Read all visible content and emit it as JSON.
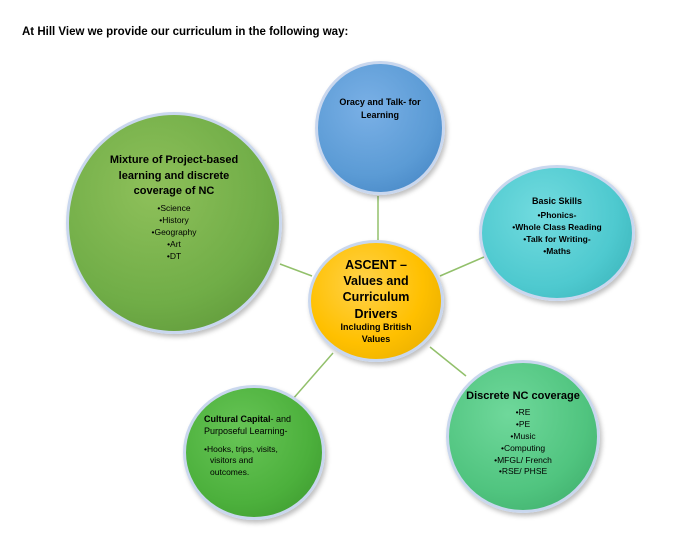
{
  "heading": "At Hill View we provide our curriculum in the following way:",
  "colors": {
    "center": "#ffc000",
    "oracy": "#5b9bd5",
    "project": "#70ad47",
    "basic_skills": "#4ec9cf",
    "discrete_nc": "#50c47f",
    "cultural_capital": "#4cb03c",
    "connector": "#92c06b",
    "bubble_outline": "#c9d7ee"
  },
  "center": {
    "title_lines": [
      "ASCENT –",
      "Values and",
      "Curriculum",
      "Drivers"
    ],
    "subtitle_lines": [
      "Including British",
      "Values"
    ]
  },
  "oracy": {
    "title_lines": [
      "Oracy and Talk- for",
      "Learning"
    ]
  },
  "project": {
    "title_lines": [
      "Mixture of Project-based",
      "learning and discrete",
      "coverage of NC"
    ],
    "items": [
      "Science",
      "History",
      "Geography",
      "Art",
      "DT"
    ]
  },
  "basic_skills": {
    "title": "Basic Skills",
    "items": [
      "Phonics-",
      "Whole Class Reading",
      "Talk for Writing-",
      "Maths"
    ]
  },
  "discrete_nc": {
    "title": "Discrete NC coverage",
    "items": [
      "RE",
      "PE",
      "Music",
      "Computing",
      "MFGL/ French",
      "RSE/ PHSE"
    ]
  },
  "cultural_capital": {
    "title_bold": "Cultural Capital",
    "title_rest": "- and",
    "title_line2": "Purposeful Learning-",
    "items": [
      "Hooks, trips, visits,",
      "visitors and",
      "outcomes."
    ]
  }
}
